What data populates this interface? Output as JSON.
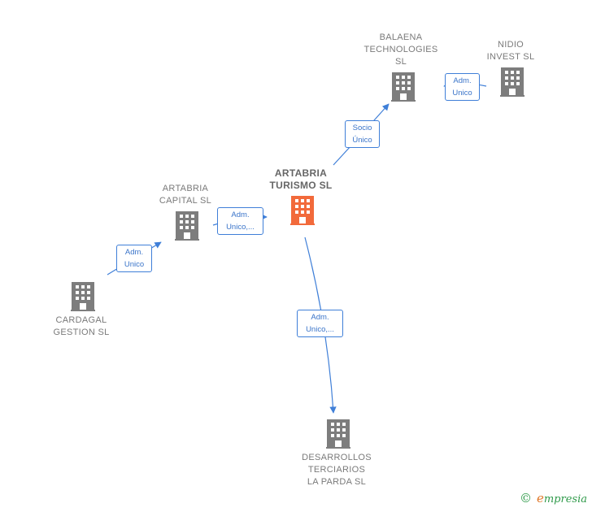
{
  "nodes": [
    {
      "id": "cardagal",
      "label": "CARDAGAL\nGESTION  SL",
      "highlight": false
    },
    {
      "id": "artabria_capital",
      "label": "ARTABRIA\nCAPITAL  SL",
      "highlight": false
    },
    {
      "id": "artabria_turismo",
      "label": "ARTABRIA\nTURISMO  SL",
      "highlight": true
    },
    {
      "id": "balaena",
      "label": "BALAENA\nTECHNOLOGIES\nSL",
      "highlight": false
    },
    {
      "id": "nidio",
      "label": "NIDIO\nINVEST  SL",
      "highlight": false
    },
    {
      "id": "desarrollos",
      "label": "DESARROLLOS\nTERCIARIOS\nLA PARDA  SL",
      "highlight": false
    }
  ],
  "edges": [
    {
      "from": "cardagal",
      "to": "artabria_capital",
      "label": "Adm.\nUnico"
    },
    {
      "from": "artabria_capital",
      "to": "artabria_turismo",
      "label": "Adm.\nUnico,..."
    },
    {
      "from": "artabria_turismo",
      "to": "balaena",
      "label": "Socio\nÚnico"
    },
    {
      "from": "nidio",
      "to": "balaena",
      "label": "Adm.\nUnico"
    },
    {
      "from": "artabria_turismo",
      "to": "desarrollos",
      "label": "Adm.\nUnico,..."
    }
  ],
  "colors": {
    "node": "#7d7d7d",
    "highlight": "#f26a3b",
    "edge": "#3f7fd8",
    "brand": "#2f9a4a"
  },
  "icons": {
    "node": "building-icon",
    "copyright": "copyright-icon"
  },
  "brand": {
    "copyright": "©",
    "initial": "e",
    "rest": "mpresia"
  }
}
